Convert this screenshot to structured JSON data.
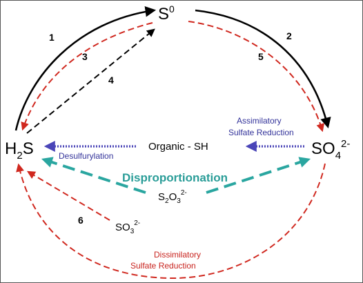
{
  "colors": {
    "black_path": "#000000",
    "red_path": "#d0281f",
    "blue_path": "#4a45b8",
    "teal_path": "#2aa6a0",
    "label_blue": "#33339a",
    "label_red": "#c8231e",
    "label_teal": "#2a9d98"
  },
  "nodes": {
    "s0": {
      "base": "S",
      "sup": "0"
    },
    "h2s": {
      "base": "H",
      "sub": "2",
      "tail": "S"
    },
    "so4": {
      "base": "SO",
      "sub": "4",
      "sup": "2-"
    },
    "organic": "Organic - SH",
    "s2o3": {
      "base": "S",
      "sub1": "2",
      "mid": "O",
      "sub2": "3",
      "sup": "2-"
    },
    "so3": {
      "base": "SO",
      "sub": "3",
      "sup": "2-"
    }
  },
  "path_numbers": [
    "1",
    "2",
    "3",
    "4",
    "5",
    "6"
  ],
  "labels": {
    "assimilatory_1": "Assimilatory",
    "assimilatory_2": "Sulfate Reduction",
    "desulfurylation": "Desulfurylation",
    "disproportionation": "Disproportionation",
    "dissimilatory_1": "Dissimilatory",
    "dissimilatory_2": "Sulfate Reduction"
  }
}
